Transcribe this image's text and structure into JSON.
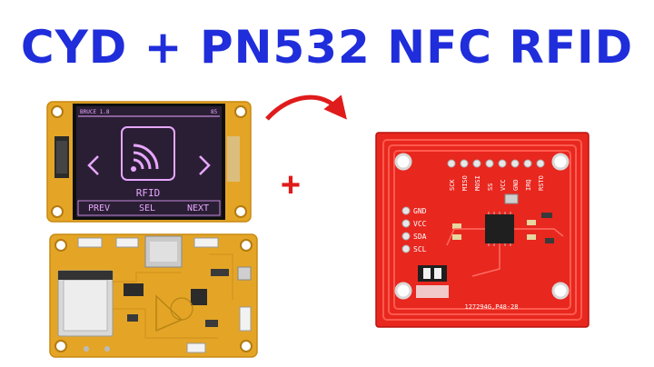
{
  "title": "CYD + PN532 NFC RFID",
  "plus_symbol": "+",
  "cyd_screen": {
    "header_left": "BRUCE 1.8",
    "header_right": "85",
    "menu_item": "RFID",
    "buttons": [
      "PREV",
      "SEL",
      "NEXT"
    ],
    "screen_bg": "#2a1e34",
    "accent": "#e7a7ff"
  },
  "pn532": {
    "top_pins": [
      "SCK",
      "MISO",
      "MOSI",
      "SS",
      "VCC",
      "GND",
      "IRQ",
      "RSTO"
    ],
    "side_pins": [
      "GND",
      "VCC",
      "SDA",
      "SCL"
    ],
    "board_label": "127294G,P48-28",
    "board_color": "#e8271f"
  },
  "icons": [
    "wifi-nfc-icon",
    "chevron-left-icon",
    "chevron-right-icon",
    "curved-arrow-icon"
  ],
  "colors": {
    "title": "#1f2ddb",
    "arrow": "#e01b1b",
    "pcb": "#e4a526"
  }
}
